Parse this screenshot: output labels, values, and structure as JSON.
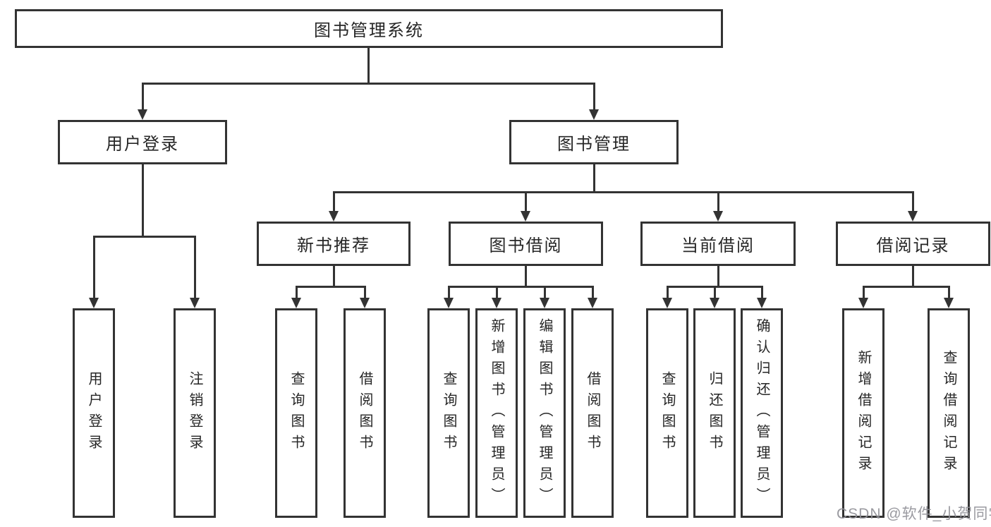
{
  "colors": {
    "line": "#333333",
    "box_border": "#333333",
    "text": "#262626",
    "background": "#ffffff",
    "watermark": "#91919​8"
  },
  "tree": {
    "root": {
      "label": "图书管理系统"
    },
    "branches": [
      {
        "label": "用户登录",
        "children": [
          "用户登录",
          "注销登录"
        ]
      },
      {
        "label": "图书管理",
        "groups": [
          {
            "label": "新书推荐",
            "children": [
              "查询图书",
              "借阅图书"
            ]
          },
          {
            "label": "图书借阅",
            "children": [
              "查询图书",
              "新增图书（管理员）",
              "编辑图书（管理员）",
              "借阅图书"
            ]
          },
          {
            "label": "当前借阅",
            "children": [
              "查询图书",
              "归还图书",
              "确认归还（管理员）"
            ]
          },
          {
            "label": "借阅记录",
            "children": [
              "新增借阅记录",
              "查询借阅记录"
            ]
          }
        ]
      }
    ]
  },
  "watermark": {
    "text": "CSDN @软件_小贺同学"
  }
}
